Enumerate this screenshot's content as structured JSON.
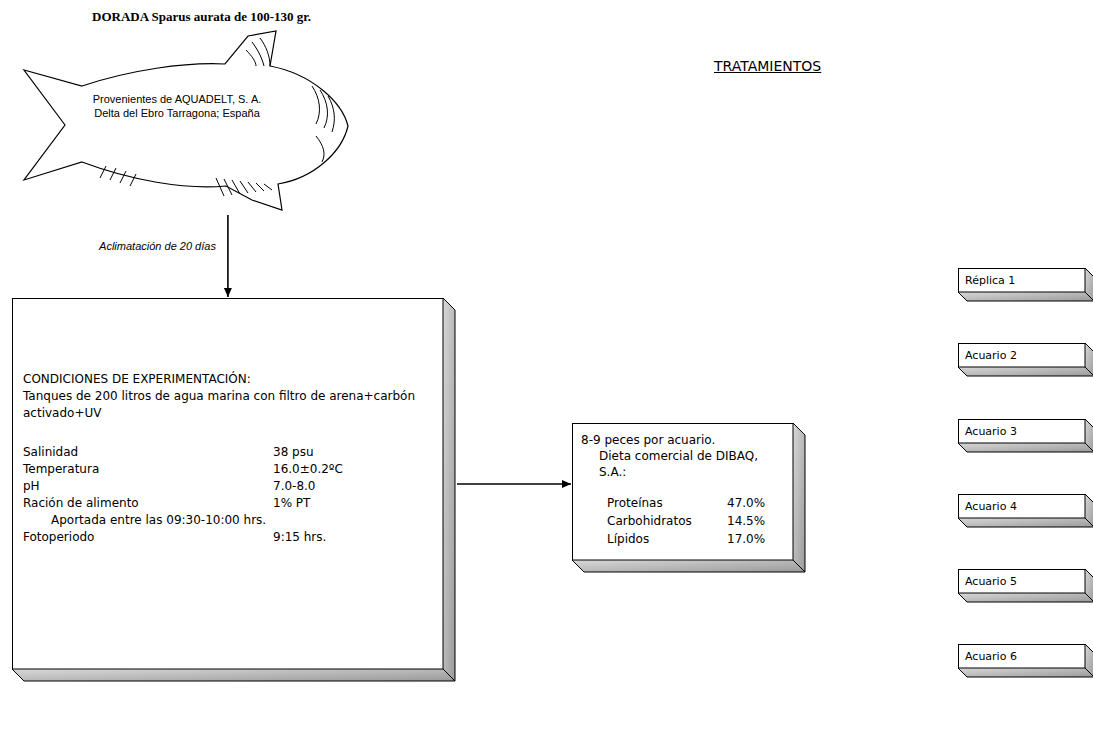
{
  "diagram": {
    "title": "DORADA Sparus aurata de 100-130 gr.",
    "nodes": [
      {
        "text": [
          "Provenientes de AQUADELT, S. A. Delta del Ebro Tarragona; España"
        ]
      },
      {
        "text": [
          "CONDICIONES DE EXPERIMENTACIÓN:",
          "Tanques de 200 litros de agua marina con filtro de arena+carbón activado+UV",
          "Salinidad",
          "38 psu",
          "Temperatura",
          "16.0±0.2ºC",
          "pH",
          "7.0-8.0",
          "Ración de alimento",
          "1% PT",
          "Aportada entre las 09:30-10:00 hrs.",
          "Fotoperiodo",
          "9:15 hrs."
        ]
      },
      {
        "text": [
          "8-9 peces por acuario.",
          "Dieta comercial de DIBAQ, S.A.:",
          "Proteínas",
          "47.0%",
          "Carbohidratos",
          "14.5%",
          "Lípidos",
          "17.0%"
        ]
      },
      {
        "text": [
          "Réplica 1"
        ]
      },
      {
        "text": [
          "Acuario 2"
        ]
      },
      {
        "text": [
          "Acuario 3"
        ]
      },
      {
        "text": [
          "Acuario 4"
        ]
      },
      {
        "text": [
          "Acuario 5"
        ]
      },
      {
        "text": [
          "Acuario 6"
        ]
      }
    ],
    "edges": [
      {
        "from": 0,
        "to": 1,
        "label": "Aclimatación de 20 días",
        "arrow": "to"
      },
      {
        "from": 1,
        "to": 2,
        "arrow": "to"
      }
    ],
    "labels": [
      "TRATAMIENTOS"
    ]
  }
}
